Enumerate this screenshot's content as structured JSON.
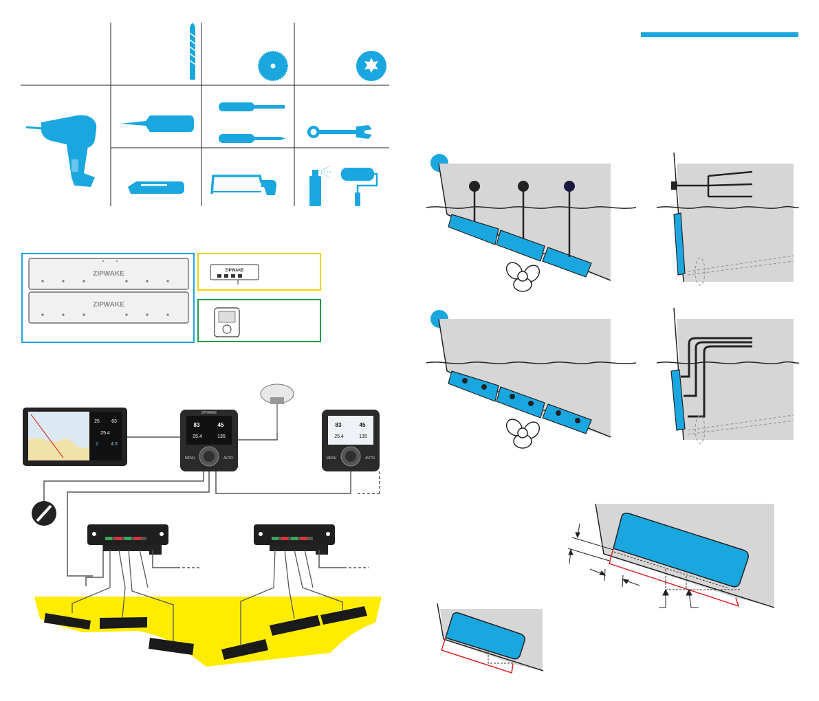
{
  "brand": {
    "logo_text": "ZIPWAKE",
    "accent_color": "#1aa7e0",
    "box_blue": "#1aa7e0",
    "box_yellow": "#f5d000",
    "box_green": "#1f9d4a",
    "hull_color": "#ffec00"
  },
  "tools": {
    "row1": [
      "drill-bit-icon",
      "hole-saw-icon",
      "torx-bit-icon"
    ],
    "row2": [
      "power-drill-icon",
      "sealant-gun-icon",
      "screwdriver-set-icon",
      "wrench-icon"
    ],
    "row3": [
      "utility-knife-icon",
      "hacksaw-icon",
      "spray-paint-roller-icon"
    ]
  },
  "kit": {
    "interceptors": 2,
    "distribution_box": "distribution-box-icon",
    "control_panel": "control-panel-icon"
  },
  "panel": {
    "left_top": "83",
    "right_top": "45",
    "left_mid": "25.4",
    "right_mid": "135",
    "left_button": "MENU",
    "right_button": "AUTO"
  },
  "mfd": {
    "g1": "25",
    "g2": "63",
    "g3": "25.4",
    "g4": "2",
    "g5": "4.5"
  },
  "steps": {
    "step1_marks": 3,
    "step2_marks": 6
  }
}
